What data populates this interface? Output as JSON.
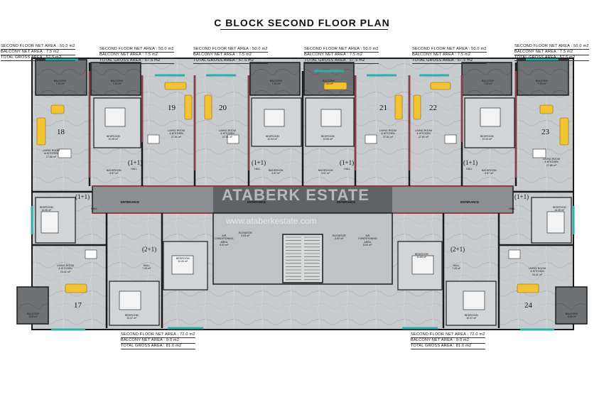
{
  "plan": {
    "title": "C BLOCK SECOND FLOOR PLAN",
    "area_labels_top": [
      {
        "net": "SECOND FLOOR NET AREA : 50.0 m2",
        "balcony": "BALCONY NET AREA : 7.5 m2",
        "gross": "TOTAL GROSS AREA : 57.5 m2"
      },
      {
        "net": "SECOND FLOOR NET AREA : 50.0 m2",
        "balcony": "BALCONY NET AREA : 7.5 m2",
        "gross": "TOTAL GROSS AREA : 57.5 m2"
      },
      {
        "net": "SECOND FLOOR NET AREA : 50.0 m2",
        "balcony": "BALCONY NET AREA : 7.5 m2",
        "gross": "TOTAL GROSS AREA : 57.5 m2"
      },
      {
        "net": "SECOND FLOOR NET AREA : 50.0 m2",
        "balcony": "BALCONY NET AREA : 7.5 m2",
        "gross": "TOTAL GROSS AREA : 57.5 m2"
      },
      {
        "net": "SECOND FLOOR NET AREA : 50.0 m2",
        "balcony": "BALCONY NET AREA : 7.5 m2",
        "gross": "TOTAL GROSS AREA : 57.5 m2"
      },
      {
        "net": "SECOND FLOOR NET AREA : 50.0 m2",
        "balcony": "BALCONY NET AREA : 7.5 m2",
        "gross": "TOTAL GROSS AREA : 57.5 m2"
      }
    ],
    "area_labels_bottom": [
      {
        "net": "SECOND FLOOR NET AREA : 72.0 m2",
        "balcony": "BALCONY NET AREA : 9.0 m2",
        "gross": "TOTAL GROSS AREA : 81.0 m2"
      },
      {
        "net": "SECOND FLOOR NET AREA : 72.0 m2",
        "balcony": "BALCONY NET AREA : 9.0 m2",
        "gross": "TOTAL GROSS AREA : 81.0 m2"
      }
    ],
    "apartment_numbers": [
      "18",
      "19",
      "20",
      "21",
      "22",
      "23",
      "17",
      "24"
    ],
    "unit_types": [
      "(1+1)",
      "(1+1)",
      "(1+1)",
      "(1+1)",
      "(1+1)",
      "(1+1)",
      "(2+1)",
      "(2+1)"
    ],
    "rooms": {
      "balcony_7": "BALCONY\n7.50 m²",
      "balcony_9": "BALCONY\n9.00 m²",
      "bedroom_12": "BEDROOM\n12.05 m²",
      "bedroom_1206": "BEDROOM\n12.06 m²",
      "bedroom_1204": "BEDROOM\n12.04 m²",
      "bedroom_1405": "BEDROOM\n14.05 m²",
      "bedroom_1120": "BEDROOM\n11.20 m²",
      "bedroom_1407": "BEDROOM\n10.47 m²",
      "bedroom_1185": "BEDROOM\n11.85 m²",
      "living_27": "LIVING ROOM\n& KITCHEN\n27.01 m²",
      "living_2766": "LIVING ROOM\n& KITCHEN\n27.66 m²",
      "living_24": "LIVING ROOM\n& KITCHEN\n24.41 m²",
      "bath": "BATHROOM\n4.57 m²",
      "hall": "HALL",
      "hall_7": "HALL\n7.49 m²",
      "elevator": "ELEVATOR\n4.03 m²",
      "air": "AIR\nCONDITIONING\nAREA\n5.02 m²"
    },
    "entrance": "ENTERANCE",
    "watermark": "ATABERK ESTATE",
    "watermark_url": "www.ataberkestate.com"
  },
  "colors": {
    "wall": "#1a1a1a",
    "accent_wall": "#8b3d4a",
    "sofa": "#f2c230",
    "window": "#2bb0a8",
    "marble": "#c9cdd0"
  }
}
